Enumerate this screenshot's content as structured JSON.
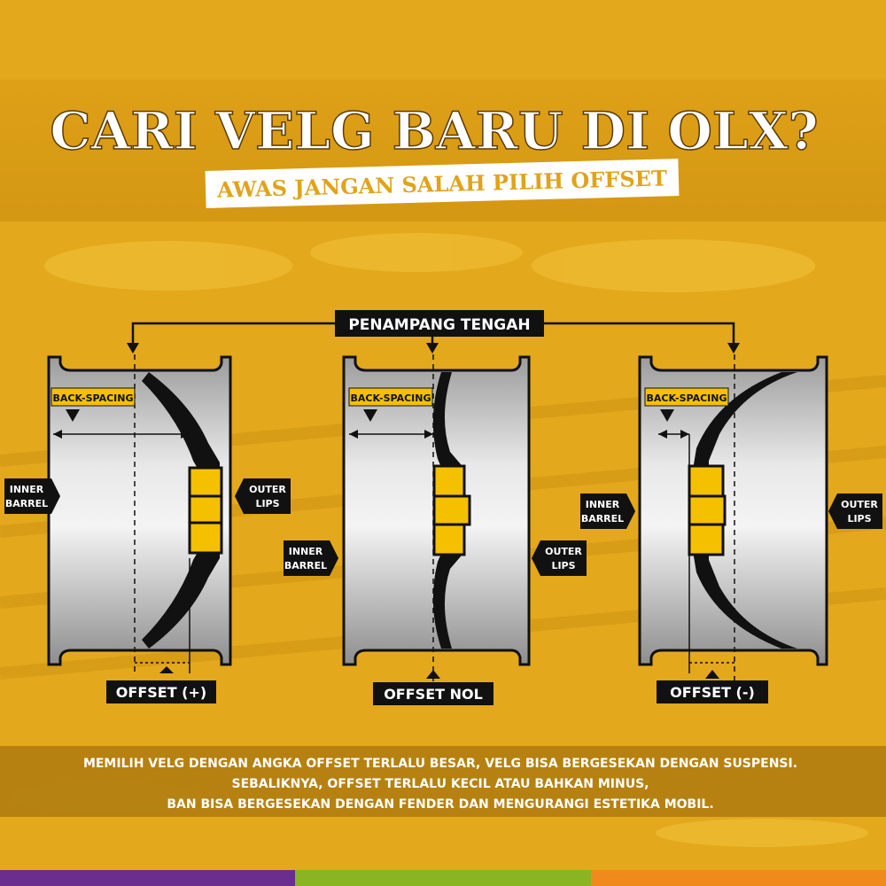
{
  "header": {
    "title": "CARI VELG BARU DI OLX?",
    "subtitle": "AWAS JANGAN SALAH PILIH OFFSET"
  },
  "diagram": {
    "center_label": "PENAMPANG TENGAH",
    "wheels": [
      {
        "back_spacing": "BACK-SPACING",
        "offset": "OFFSET (+)",
        "inner": [
          "INNER",
          "BARREL"
        ],
        "outer": [
          "OUTER",
          "LIPS"
        ]
      },
      {
        "back_spacing": "BACK-SPACING",
        "offset": "OFFSET NOL",
        "inner": [
          "INNER",
          "BARREL"
        ],
        "outer": [
          "OUTER",
          "LIPS"
        ]
      },
      {
        "back_spacing": "BACK-SPACING",
        "offset": "OFFSET (-)",
        "inner": [
          "INNER",
          "BARREL"
        ],
        "outer": [
          "OUTER",
          "LIPS"
        ]
      }
    ]
  },
  "footer": {
    "lines": [
      "MEMILIH VELG DENGAN ANGKA OFFSET TERLALU BESAR, VELG BISA BERGESEKAN DENGAN SUSPENSI.",
      "SEBALIKNYA, OFFSET TERLALU KECIL ATAU BAHKAN MINUS,",
      "BAN BISA BERGESEKAN DENGAN FENDER DAN MENGURANGI ESTETIKA MOBIL."
    ]
  },
  "colors": {
    "background": "#e3a81c",
    "hub": "#f5c000",
    "footer_band": "#b07c10",
    "stripe": [
      "#6a2f8e",
      "#8ab522",
      "#f08a1c"
    ]
  }
}
